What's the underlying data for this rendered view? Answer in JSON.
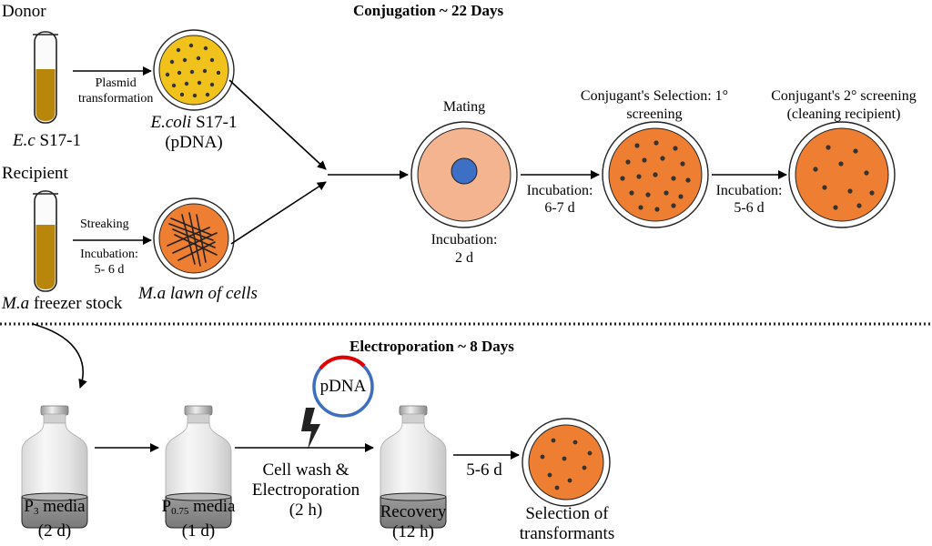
{
  "conjugation": {
    "title": "Conjugation ~ 22 Days",
    "donor_label": "Donor",
    "donor_strain_italic": "E.c",
    "donor_strain_rest": " S17-1",
    "plasmid_transformation": [
      "Plasmid",
      "transformation"
    ],
    "ecoli_italic": "E.coli",
    "ecoli_rest": " S17-1",
    "ecoli_plasmid": "(pDNA)",
    "recipient_label": "Recipient",
    "streaking": "Streaking",
    "incubation_recipient": [
      "Incubation:",
      "5- 6 d"
    ],
    "recipient_stock_italic": "M.a",
    "recipient_stock_rest": " freezer stock",
    "lawn_label": "M.a lawn of cells",
    "mating": "Mating",
    "mating_incubation": [
      "Incubation:",
      "2 d"
    ],
    "incubation_1": [
      "Incubation:",
      "6-7 d"
    ],
    "selection_1": [
      "Conjugant's Selection: 1°",
      "screening"
    ],
    "incubation_2": [
      "Incubation:",
      "5-6 d"
    ],
    "selection_2": [
      "Conjugant's 2° screening",
      "(cleaning recipient)"
    ]
  },
  "electroporation": {
    "title": "Electroporation ~ 8 Days",
    "vial1_label_main": "P",
    "vial1_label_sub": "3",
    "vial1_label_rest": " media",
    "vial1_time": "(2 d)",
    "vial2_label_main": "P",
    "vial2_label_sub": "0.75",
    "vial2_label_rest": " media",
    "vial2_time": "(1 d)",
    "step_label": [
      "Cell wash &",
      "Electroporation",
      "(2 h)"
    ],
    "plasmid_label": "pDNA",
    "recovery": [
      "Recovery",
      "(12 h)"
    ],
    "recovery_time": "5-6 d",
    "selection": [
      "Selection of",
      "transformants"
    ]
  },
  "colors": {
    "agar_yellow": "#f2c21c",
    "agar_orange": "#ee7e32",
    "agar_peach": "#f4b48f",
    "colony": "#333333",
    "mating_spot": "#3d6fc4",
    "tube_liquid": "#b8860b",
    "plasmid_ring": "#3e6fbf",
    "plasmid_insert": "#e00000"
  }
}
